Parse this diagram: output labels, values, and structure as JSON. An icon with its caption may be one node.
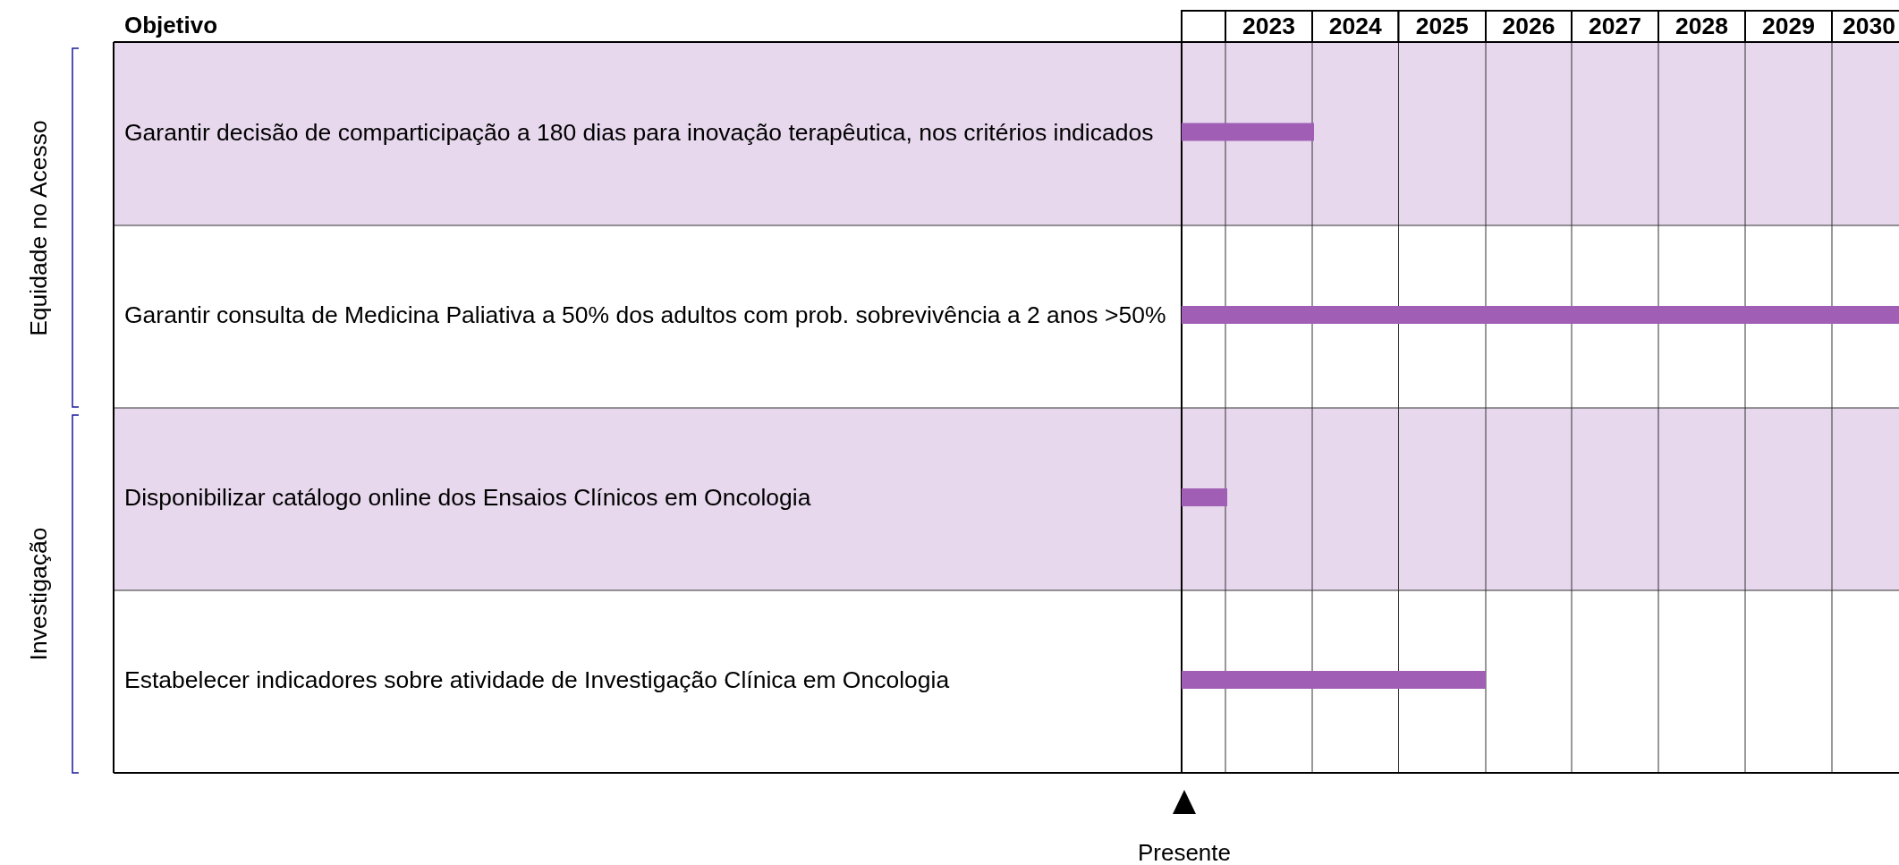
{
  "diagram": {
    "nodes": [
      {
        "text": [
          "Garantir decisão de comparticipação a 180 dias para inovação terapêutica, nos critérios indicados"
        ]
      },
      {
        "text": [
          "Garantir consulta de Medicina Paliativa a 50%  dos adultos com prob. sobrevivência a 2 anos >50%"
        ]
      },
      {
        "text": [
          "Disponibilizar catálogo online dos Ensaios Clínicos em Oncologia"
        ]
      },
      {
        "text": [
          "Estabelecer indicadores sobre atividade de Investigação Clínica em Oncologia"
        ]
      }
    ],
    "labels": [
      "Objetivo",
      "2023",
      "2024",
      "2025",
      "2026",
      "2027",
      "2028",
      "2029",
      "2030",
      "Equidade no Acesso",
      "Investigação",
      "Presente"
    ]
  }
}
